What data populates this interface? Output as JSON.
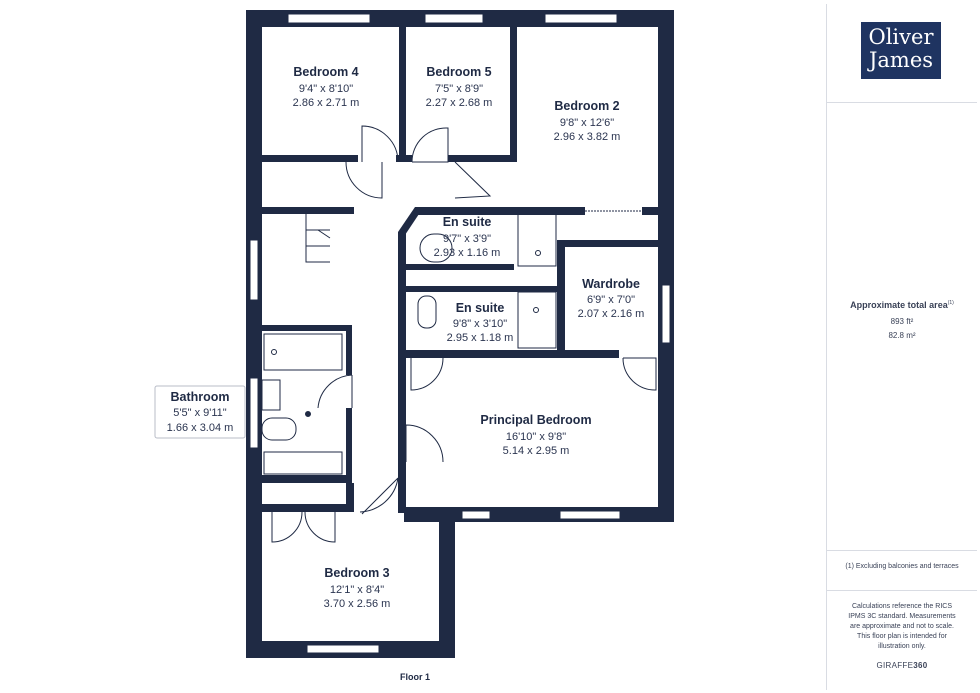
{
  "rooms": {
    "bedroom4": {
      "name": "Bedroom 4",
      "imperial": "9'4\" x 8'10\"",
      "metric": "2.86 x 2.71 m"
    },
    "bedroom5": {
      "name": "Bedroom 5",
      "imperial": "7'5\" x 8'9\"",
      "metric": "2.27 x 2.68 m"
    },
    "bedroom2": {
      "name": "Bedroom 2",
      "imperial": "9'8\" x 12'6\"",
      "metric": "2.96 x 3.82 m"
    },
    "ensuite1": {
      "name": "En suite",
      "imperial": "9'7\" x 3'9\"",
      "metric": "2.93 x 1.16 m"
    },
    "ensuite2": {
      "name": "En suite",
      "imperial": "9'8\" x 3'10\"",
      "metric": "2.95 x 1.18 m"
    },
    "wardrobe": {
      "name": "Wardrobe",
      "imperial": "6'9\" x 7'0\"",
      "metric": "2.07 x 2.16 m"
    },
    "principal": {
      "name": "Principal Bedroom",
      "imperial": "16'10\" x 9'8\"",
      "metric": "5.14 x 2.95 m"
    },
    "bathroom": {
      "name": "Bathroom",
      "imperial": "5'5\" x 9'11\"",
      "metric": "1.66 x 3.04 m"
    },
    "bedroom3": {
      "name": "Bedroom 3",
      "imperial": "12'1\" x 8'4\"",
      "metric": "3.70 x 2.56 m"
    }
  },
  "floor_label": "Floor 1",
  "sidebar": {
    "logo_line1": "Oliver",
    "logo_line2": "James",
    "area_title": "Approximate total area",
    "area_note_ref": "(1)",
    "area_sqft": "893 ft²",
    "area_sqm": "82.8 m²",
    "footnote": "(1) Excluding balconies and terraces",
    "disclaimer": "Calculations reference the RICS IPMS 3C standard. Measurements are approximate and not to scale. This floor plan is intended for illustration only.",
    "brand_light": "GIRAFFE",
    "brand_bold": "360"
  },
  "colors": {
    "wall": "#1f2a44",
    "logo_bg": "#1f3461",
    "window": "#ffffff"
  }
}
